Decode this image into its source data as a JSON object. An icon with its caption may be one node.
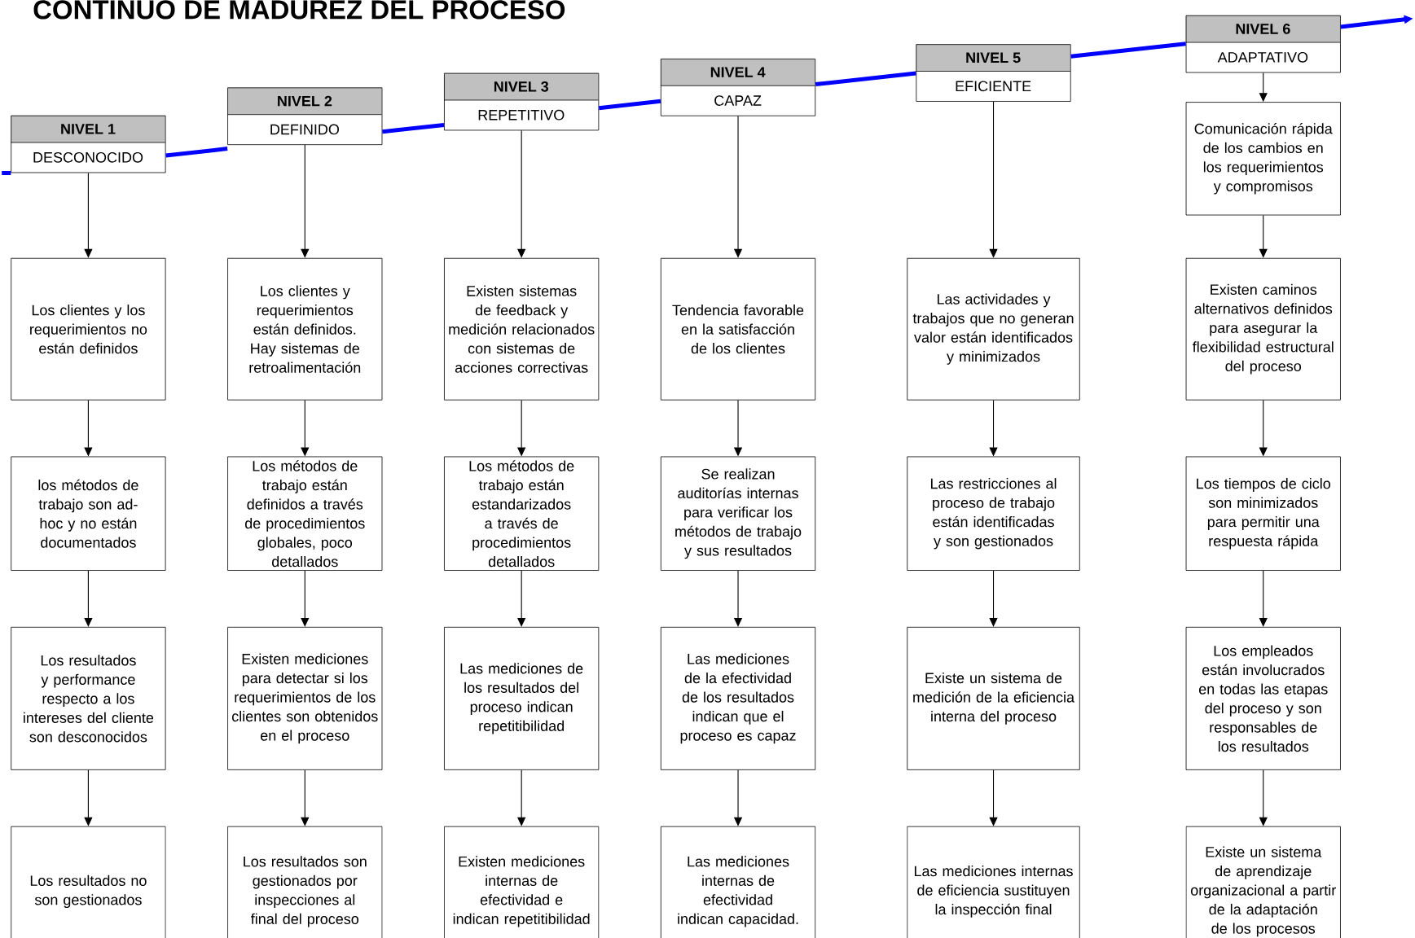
{
  "diagram": {
    "title": "CONTINUO DE MADUREZ DEL PROCESO",
    "nodes": [
      {
        "text": [
          "NIVEL 1",
          "DESCONOCIDO"
        ]
      },
      {
        "text": [
          "Los clientes y los requerimientos no están definidos"
        ]
      },
      {
        "text": [
          "los métodos de trabajo son ad-hoc y no están documentados"
        ]
      },
      {
        "text": [
          "Los resultados y performance respecto a los intereses del cliente son desconocidos"
        ]
      },
      {
        "text": [
          "Los resultados no son gestionados"
        ]
      },
      {
        "text": [
          "NIVEL 2",
          "DEFINIDO"
        ]
      },
      {
        "text": [
          "Los clientes y requerimientos están definidos. Hay sistemas de retroalimentación"
        ]
      },
      {
        "text": [
          "Los métodos de trabajo están definidos a través de procedimientos globales, poco detallados"
        ]
      },
      {
        "text": [
          "Existen mediciones para detectar si los requerimientos de los clientes son obtenidos en el proceso"
        ]
      },
      {
        "text": [
          "Los resultados son gestionados por inspecciones al final del proceso"
        ]
      },
      {
        "text": [
          "NIVEL 3",
          "REPETITIVO"
        ]
      },
      {
        "text": [
          "Existen sistemas de feedback y medición relacionados con sistemas de acciones correctivas"
        ]
      },
      {
        "text": [
          "Los métodos de trabajo están estandarizados a través de procedimientos detallados"
        ]
      },
      {
        "text": [
          "Las mediciones de los resultados del proceso indican repetitibilidad"
        ]
      },
      {
        "text": [
          "Existen mediciones internas de efectividad e indican repetitibilidad"
        ]
      },
      {
        "text": [
          "NIVEL 4",
          "CAPAZ"
        ]
      },
      {
        "text": [
          "Tendencia favorable en la satisfacción de los clientes"
        ]
      },
      {
        "text": [
          "Se realizan auditorías internas para verificar los métodos de trabajo y sus resultados"
        ]
      },
      {
        "text": [
          "Las mediciones de la efectividad de los resultados indican que el proceso es capaz"
        ]
      },
      {
        "text": [
          "Las mediciones internas de efectividad indican capacidad."
        ]
      },
      {
        "text": [
          "NIVEL 5",
          "EFICIENTE"
        ]
      },
      {
        "text": [
          "Las actividades y trabajos que no generan valor están identificados y minimizados"
        ]
      },
      {
        "text": [
          "Las restricciones al proceso de trabajo están identificadas y son gestionados"
        ]
      },
      {
        "text": [
          "Existe un sistema de medición de la eficiencia interna del proceso"
        ]
      },
      {
        "text": [
          "Las mediciones internas de eficiencia sustituyen la inspección final"
        ]
      },
      {
        "text": [
          "NIVEL 6",
          "ADAPTATIVO"
        ]
      },
      {
        "text": [
          "Comunicación rápida de los cambios en los requerimientos y compromisos"
        ]
      },
      {
        "text": [
          "Existen caminos alternativos definidos para asegurar la flexibilidad estructural del proceso"
        ]
      },
      {
        "text": [
          "Los tiempos de ciclo son minimizados para permitir una respuesta rápida"
        ]
      },
      {
        "text": [
          "Los empleados están involucrados en todas las etapas del proceso y son responsables de los resultados"
        ]
      },
      {
        "text": [
          "Existe un sistema de aprendizaje organizacional a partir de la adaptación de los procesos"
        ]
      }
    ],
    "edges": [
      {
        "from": 0,
        "to": 1,
        "arrow": "to"
      },
      {
        "from": 1,
        "to": 2,
        "arrow": "to"
      },
      {
        "from": 2,
        "to": 3,
        "arrow": "to"
      },
      {
        "from": 3,
        "to": 4,
        "arrow": "to"
      },
      {
        "from": 5,
        "to": 6,
        "arrow": "to"
      },
      {
        "from": 6,
        "to": 7,
        "arrow": "to"
      },
      {
        "from": 7,
        "to": 8,
        "arrow": "to"
      },
      {
        "from": 8,
        "to": 9,
        "arrow": "to"
      },
      {
        "from": 10,
        "to": 11,
        "arrow": "to"
      },
      {
        "from": 11,
        "to": 12,
        "arrow": "to"
      },
      {
        "from": 12,
        "to": 13,
        "arrow": "to"
      },
      {
        "from": 13,
        "to": 14,
        "arrow": "to"
      },
      {
        "from": 15,
        "to": 16,
        "arrow": "to"
      },
      {
        "from": 16,
        "to": 17,
        "arrow": "to"
      },
      {
        "from": 17,
        "to": 18,
        "arrow": "to"
      },
      {
        "from": 18,
        "to": 19,
        "arrow": "to"
      },
      {
        "from": 20,
        "to": 21,
        "arrow": "to"
      },
      {
        "from": 21,
        "to": 22,
        "arrow": "to"
      },
      {
        "from": 22,
        "to": 23,
        "arrow": "to"
      },
      {
        "from": 23,
        "to": 24,
        "arrow": "to"
      },
      {
        "from": 25,
        "to": 26,
        "arrow": "to"
      },
      {
        "from": 26,
        "to": 27,
        "arrow": "to"
      },
      {
        "from": 27,
        "to": 28,
        "arrow": "to"
      },
      {
        "from": 28,
        "to": 29,
        "arrow": "to"
      },
      {
        "from": 29,
        "to": 30,
        "arrow": "to"
      },
      {
        "from": null,
        "to": 0,
        "arrow": "none",
        "style": "thick",
        "color": "#0000ff"
      },
      {
        "from": 0,
        "to": 5,
        "arrow": "none",
        "style": "thick",
        "color": "#0000ff"
      },
      {
        "from": 5,
        "to": 10,
        "arrow": "none",
        "style": "thick",
        "color": "#0000ff"
      },
      {
        "from": 10,
        "to": 15,
        "arrow": "none",
        "style": "thick",
        "color": "#0000ff"
      },
      {
        "from": 15,
        "to": 20,
        "arrow": "none",
        "style": "thick",
        "color": "#0000ff"
      },
      {
        "from": 20,
        "to": 25,
        "arrow": "none",
        "style": "thick",
        "color": "#0000ff"
      },
      {
        "from": 25,
        "to": null,
        "arrow": "to",
        "style": "thick",
        "color": "#0000ff"
      }
    ]
  }
}
